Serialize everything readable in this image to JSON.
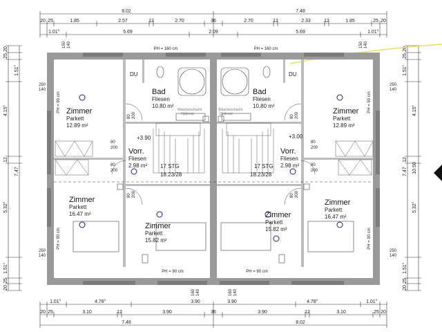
{
  "rooms": [
    {
      "name": "DU",
      "floor": "",
      "area": ""
    },
    {
      "name": "Bad",
      "floor": "Fliesen",
      "area": "10.80 m²"
    },
    {
      "name": "Bad",
      "floor": "Fliesen",
      "area": "10.80 m²"
    },
    {
      "name": "DU",
      "floor": "",
      "area": ""
    },
    {
      "name": "Zimmer",
      "floor": "Parkett",
      "area": "12.89 m²"
    },
    {
      "name": "Zimmer",
      "floor": "Parkett",
      "area": "12.89 m²"
    },
    {
      "name": "Vorr.",
      "floor": "Fliesen",
      "area": "2.98 m²"
    },
    {
      "name": "Vorr.",
      "floor": "Fliesen",
      "area": "2.98 m²"
    },
    {
      "name": "Zimmer",
      "floor": "Parkett",
      "area": "16.47 m²"
    },
    {
      "name": "Zimmer",
      "floor": "Parkett",
      "area": "15.82 m²"
    },
    {
      "name": "Zimmer",
      "floor": "Parkett",
      "area": "15.82 m²"
    },
    {
      "name": "Zimmer",
      "floor": "Parkett",
      "area": "16.47 m²"
    }
  ],
  "labels": {
    "ph_top": "PH = 160 cm",
    "ph_side": "PH = 90 cm",
    "ph_bottom": "PH = 90 cm",
    "wasch": "Wäscheschacht",
    "optional": "Optional",
    "stair_left": "17 STG",
    "stair_right": "17 STG",
    "stair_dim": "18.23/28",
    "level_left": "+3.90",
    "level_right": "+3.00"
  },
  "dims_top_row1": [
    "8.02",
    "7.48"
  ],
  "dims_top_row2": [
    "20",
    "25",
    "1.85",
    "2.57",
    "12",
    "2.70",
    "36",
    "2.70",
    "12",
    "2.33",
    "12",
    "1.85",
    "25",
    "20"
  ],
  "dims_top_row3": [
    "1.01",
    "5.69",
    "2.09",
    "5.69",
    "1.01"
  ],
  "dims_bottom_row1": [
    "1.01",
    "4.78",
    "3.90",
    "3.90",
    "4.78",
    "1.01"
  ],
  "dims_bottom_row2": [
    "20",
    "25",
    "3.10",
    "12",
    "3.90",
    "36",
    "3.90",
    "12",
    "3.10",
    "25",
    "20"
  ],
  "dims_bottom_row3": [
    "7.48",
    "8.02"
  ],
  "dims_left": [
    "20",
    "25",
    "1.51",
    "4.15",
    "12",
    "7.47",
    "5.32",
    "1.51",
    "25",
    "20"
  ],
  "dims_right": [
    "20",
    "25",
    "1.51",
    "4.15",
    "12",
    "7.47",
    "10.50",
    "5.32",
    "1.51",
    "25",
    "20"
  ],
  "openings": [
    "250",
    "140",
    "250",
    "140",
    "250",
    "140",
    "250",
    "140",
    "150",
    "140",
    "150",
    "140",
    "80",
    "200",
    "80",
    "200",
    "80",
    "200",
    "80",
    "200",
    "80",
    "200",
    "80",
    "200",
    "80",
    "200",
    "80",
    "200",
    "160",
    "140",
    "160",
    "140"
  ],
  "sup": "5"
}
